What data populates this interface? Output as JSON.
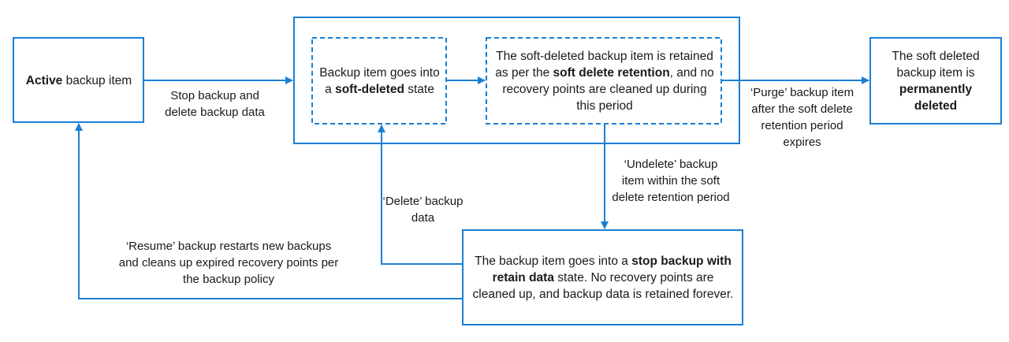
{
  "colors": {
    "accent": "#1a7fd6",
    "text": "#1a1a1a"
  },
  "nodes": {
    "active": [
      {
        "text": "Active",
        "bold": true
      },
      {
        "text": " backup item",
        "bold": false
      }
    ],
    "soft_deleted": [
      {
        "text": "Backup item goes into a ",
        "bold": false
      },
      {
        "text": "soft-deleted",
        "bold": true
      },
      {
        "text": " state",
        "bold": false
      }
    ],
    "retained": [
      {
        "text": "The soft-deleted backup item is retained as per the ",
        "bold": false
      },
      {
        "text": "soft delete retention",
        "bold": true
      },
      {
        "text": ", and no recovery points are cleaned up during this period",
        "bold": false
      }
    ],
    "permanent": [
      {
        "text": "The soft deleted backup item is ",
        "bold": false
      },
      {
        "text": "permanently deleted",
        "bold": true
      }
    ],
    "stop_retain": [
      {
        "text": "The backup item goes into a ",
        "bold": false
      },
      {
        "text": "stop backup with retain data",
        "bold": true
      },
      {
        "text": " state. No recovery points are cleaned up, and backup data is retained forever.",
        "bold": false
      }
    ]
  },
  "edges": {
    "stop_delete": "Stop backup and delete  backup data",
    "purge": "‘Purge’ backup item after the soft delete retention period expires",
    "undelete": "‘Undelete’ backup item within the soft delete retention period",
    "delete": "‘Delete’ backup data",
    "resume": "‘Resume’ backup restarts new backups and cleans up expired recovery points per the backup policy"
  }
}
